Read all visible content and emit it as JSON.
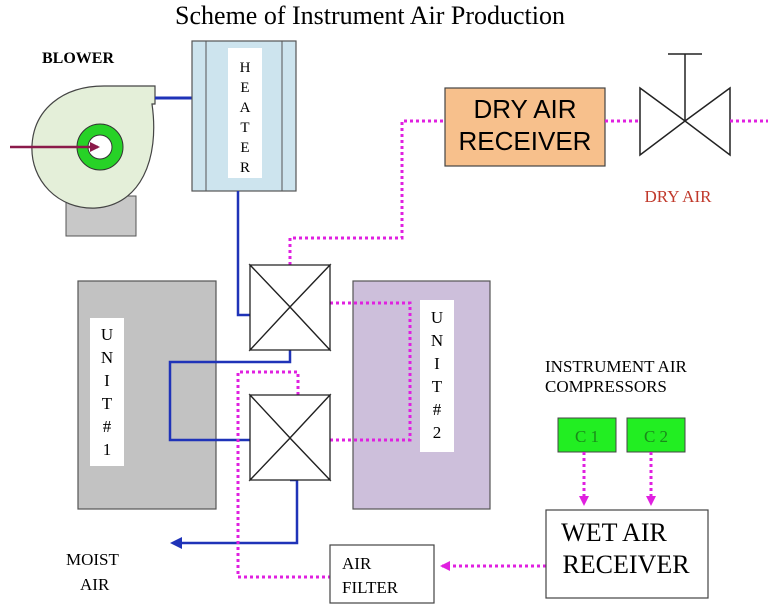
{
  "title": "Scheme of Instrument Air Production",
  "blower": {
    "label": "BLOWER"
  },
  "heater": {
    "letters": [
      "H",
      "E",
      "A",
      "T",
      "E",
      "R"
    ]
  },
  "dry_air_receiver": {
    "line1": "DRY AIR",
    "line2": "RECEIVER"
  },
  "dry_air_label": "DRY AIR",
  "unit1": {
    "letters": [
      "U",
      "N",
      "I",
      "T",
      "#",
      "1"
    ]
  },
  "unit2": {
    "letters": [
      "U",
      "N",
      "I",
      "T",
      "#",
      "2"
    ]
  },
  "compressors": {
    "heading_line1": "INSTRUMENT AIR",
    "heading_line2": "COMPRESSORS",
    "c1": "C 1",
    "c2": "C 2"
  },
  "wet_air_receiver": {
    "line1": "WET AIR",
    "line2": "RECEIVER"
  },
  "air_filter": {
    "line1": "AIR",
    "line2": "FILTER"
  },
  "moist_air": {
    "line1": "MOIST",
    "line2": "AIR"
  },
  "colors": {
    "blue_flow": "#1f33b8",
    "dry_flow": "#e020e0",
    "dry_receiver_fill": "#f7c08c",
    "dry_air_text": "#c0392b",
    "heater_fill": "#cde4ee",
    "unit1_fill": "#c2c2c2",
    "unit2_fill": "#cdbfdb",
    "compressor_fill": "#22ee22",
    "blower_body": "#e4efd9",
    "blower_base": "#c8c8c8",
    "blower_ring": "#27d227",
    "inlet_arrow": "#8b1a4a"
  }
}
